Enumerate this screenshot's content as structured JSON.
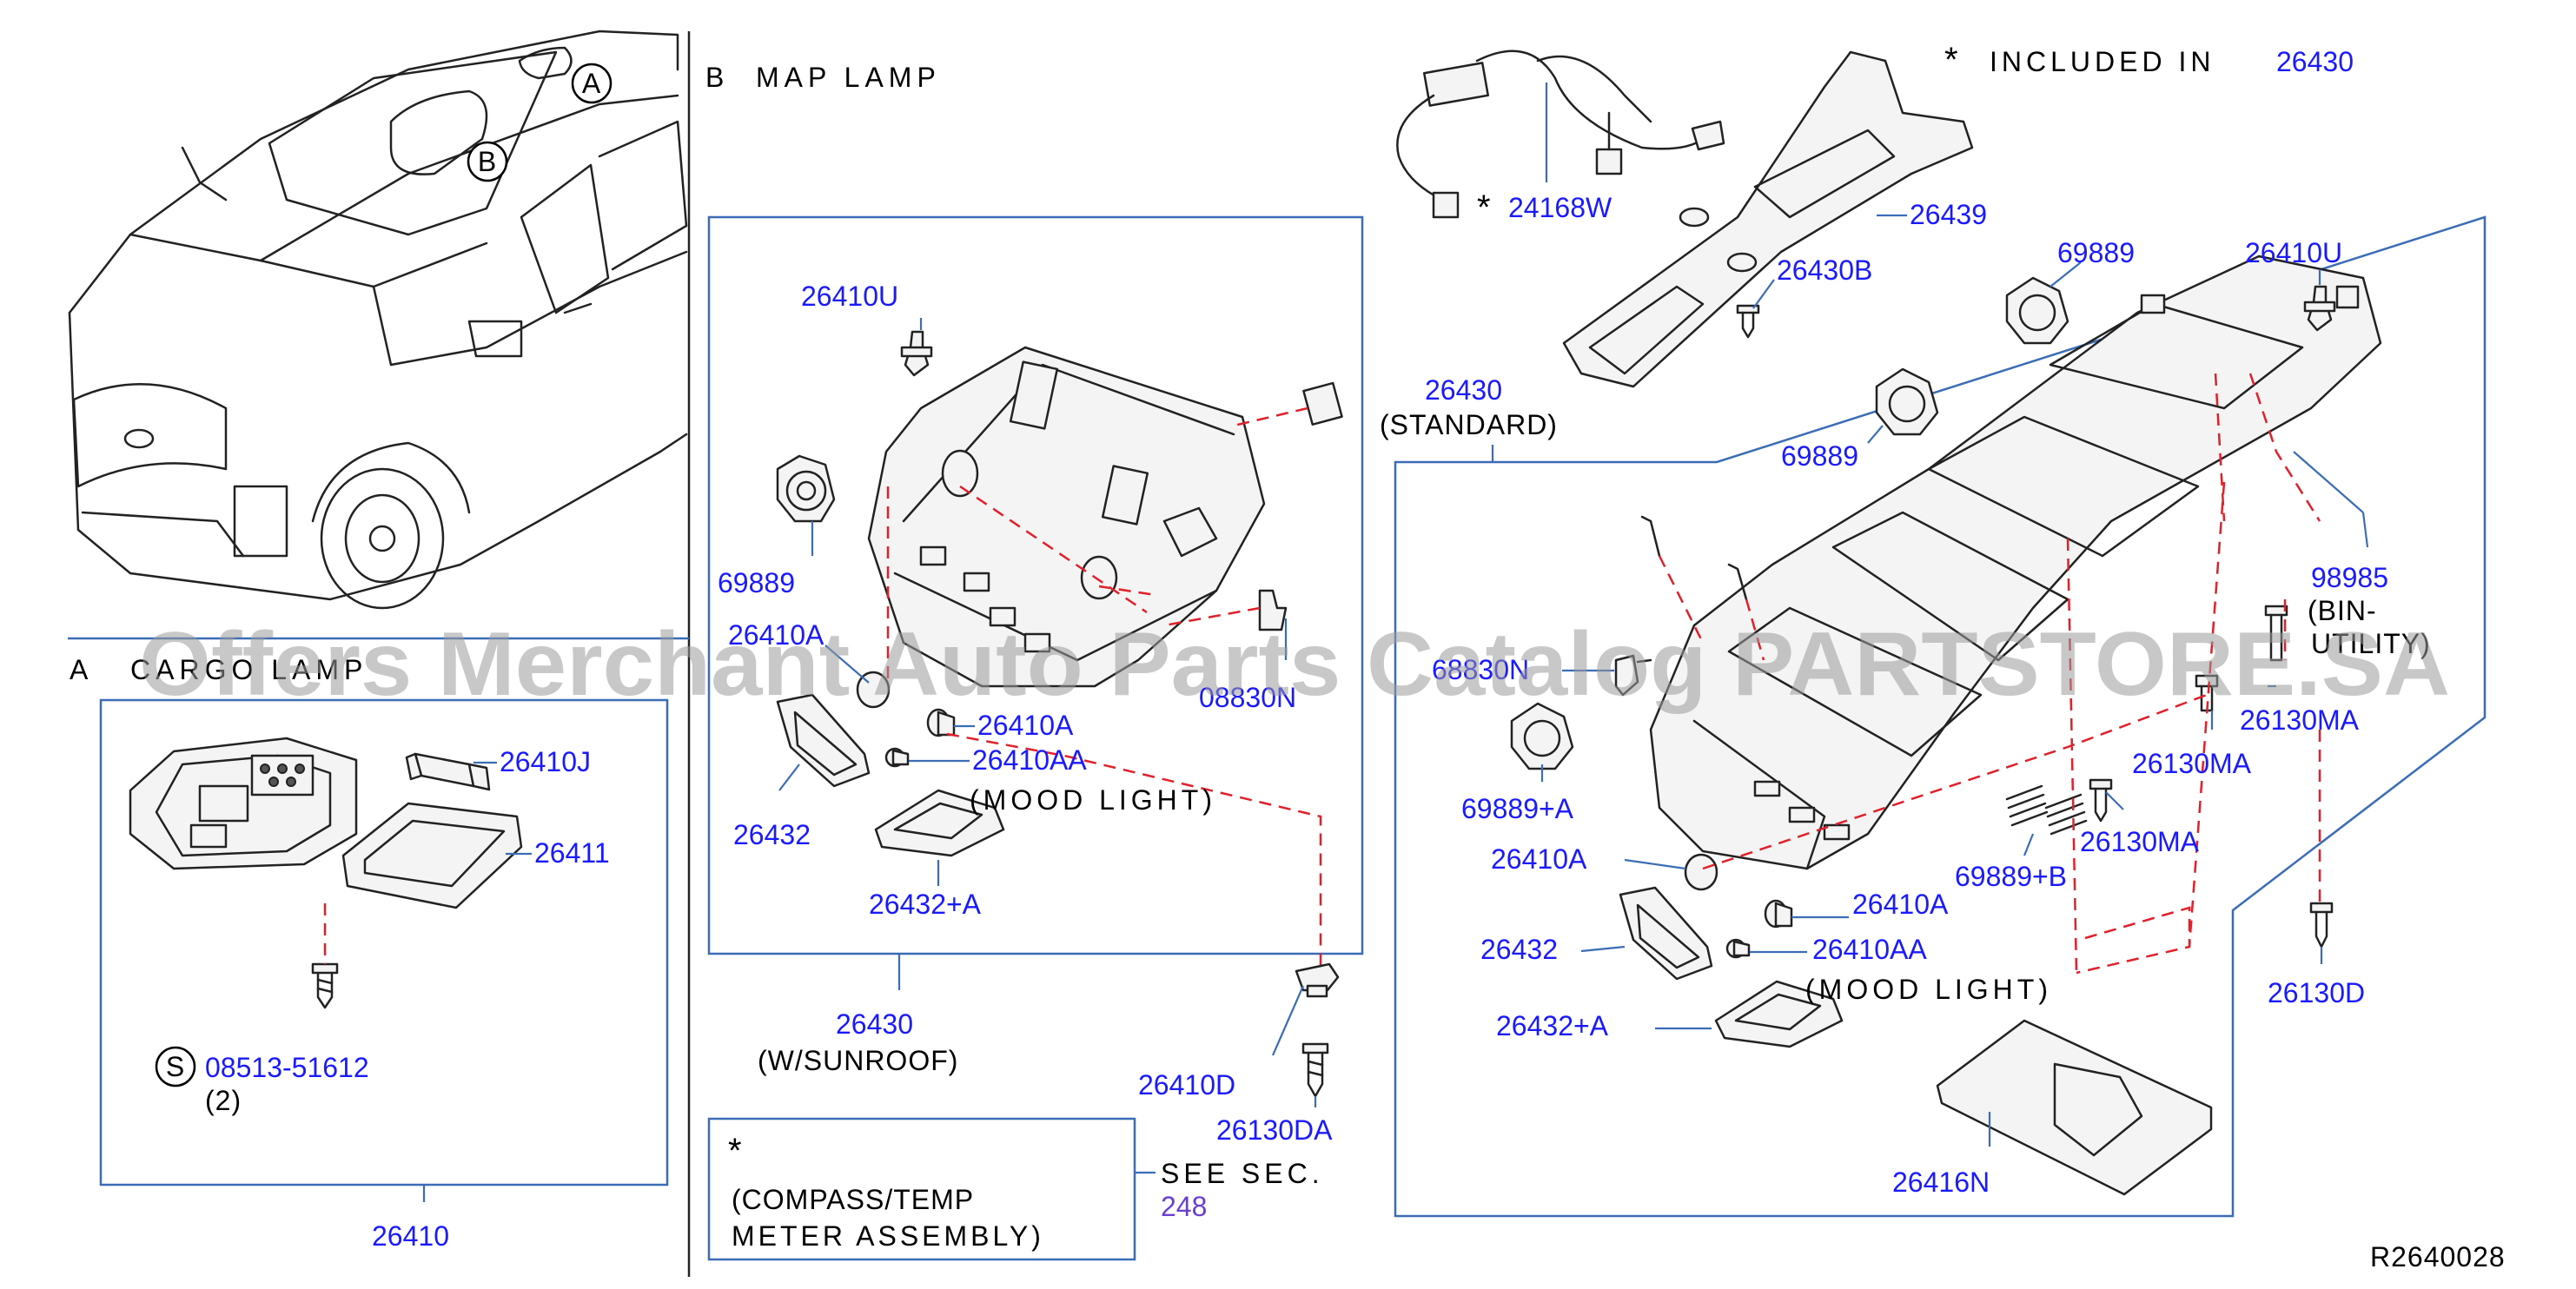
{
  "sections": {
    "cargo": {
      "letter": "A",
      "title": "CARGO LAMP",
      "assembly": "26410"
    },
    "map": {
      "letter": "B",
      "title": "MAP LAMP"
    }
  },
  "callouts": {
    "a": "A",
    "b": "B",
    "s": "S",
    "star": "*"
  },
  "notes": {
    "included_in_label": "INCLUDED IN",
    "included_in_part": "26430",
    "compass_line1": "(COMPASS/TEMP",
    "compass_line2": "METER ASSEMBLY)",
    "see_sec": "SEE SEC.",
    "sec_number": "248",
    "ref_code": "R2640028",
    "watermark": "Offers Merchant Auto Parts Catalog PARTSTORE.SA"
  },
  "parts": {
    "cargo_bulb": "26410J",
    "cargo_lens": "26411",
    "cargo_screw": "08513-51612",
    "cargo_qty": "(2)",
    "map_clip": "26410U",
    "map_knob": "69889",
    "map_socket": "26410A",
    "map_bulb": "26410A",
    "map_mood_bulb": "26410AA",
    "mood_light": "(MOOD LIGHT)",
    "map_lens": "26432",
    "map_lens_a": "26432+A",
    "map_connector": "08830N",
    "assy_sunroof": "26430",
    "assy_sunroof_note": "(W/SUNROOF)",
    "nut": "26410D",
    "screw_da": "26130DA",
    "harness": "24168W",
    "bezel": "26439",
    "screw_b": "26430B",
    "assy_standard": "26430",
    "assy_standard_note": "(STANDARD)",
    "std_knob_1": "69889",
    "std_knob_2": "69889",
    "std_clip": "26410U",
    "bin": "98985",
    "bin_note_1": "(BIN-",
    "bin_note_2": "UTILITY)",
    "std_connector": "68830N",
    "screw_ma_1": "26130MA",
    "screw_ma_2": "26130MA",
    "screw_ma_3": "26130MA",
    "knob_a": "69889+A",
    "spring_b": "69889+B",
    "std_socket": "26410A",
    "std_bulb": "26410A",
    "std_mood_bulb": "26410AA",
    "std_mood_light": "(MOOD LIGHT)",
    "std_lens": "26432",
    "std_lens_a": "26432+A",
    "screw_d": "26130D",
    "pad": "26416N"
  }
}
